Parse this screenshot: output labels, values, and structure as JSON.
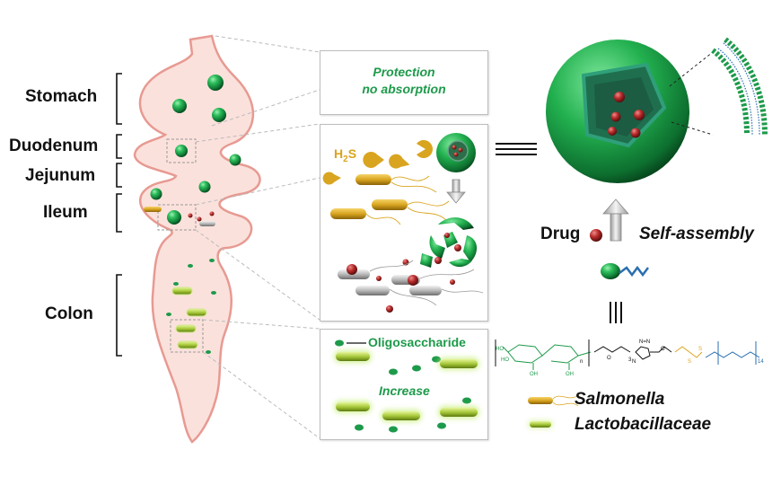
{
  "regions": {
    "stomach": "Stomach",
    "duodenum": "Duodenum",
    "jejunum": "Jejunum",
    "ileum": "Ileum",
    "colon": "Colon"
  },
  "panel_top": {
    "line1": "Protection",
    "line2": "no absorption"
  },
  "panel_mid": {
    "h2s_main": "H",
    "h2s_sub": "2",
    "h2s_tail": "S"
  },
  "panel_bottom": {
    "oligo": "Oligosaccharide",
    "increase": "Increase"
  },
  "right": {
    "drug": "Drug",
    "self_assembly": "Self-assembly"
  },
  "legend": {
    "salmonella": "Salmonella",
    "lacto": "Lactobacillaceae"
  },
  "colors": {
    "green": "#1d9a4a",
    "gut_fill": "#fbe1dc",
    "gut_outline": "#e79a92",
    "gold": "#d9a520",
    "drug_red": "#b52a2a"
  },
  "icons": [
    "nanoparticle-icon",
    "salmonella-icon",
    "lactobacillus-icon",
    "pacman-icon",
    "arrow-down-icon",
    "arrow-up-icon",
    "equivalence-icon",
    "bilayer-icon",
    "amphiphile-icon",
    "chemical-structure-icon"
  ]
}
